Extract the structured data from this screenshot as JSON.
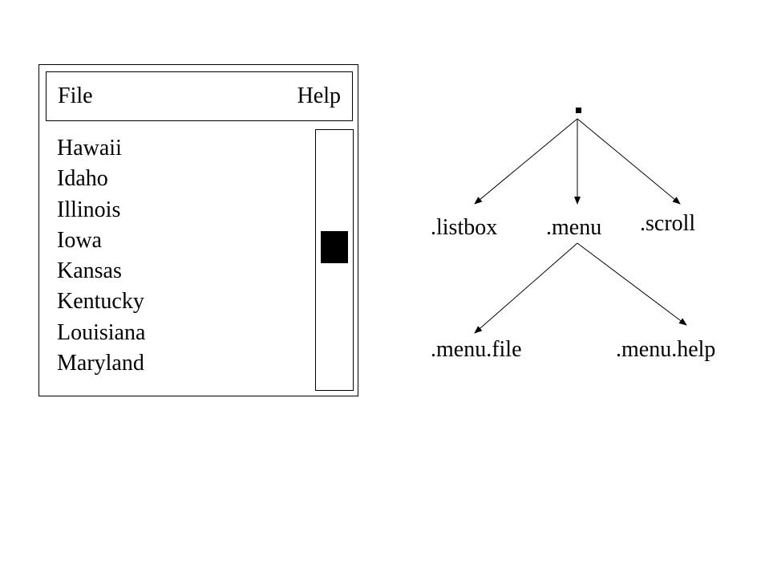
{
  "window": {
    "menubar": {
      "file_label": "File",
      "help_label": "Help"
    },
    "listbox": {
      "items": [
        "Hawaii",
        "Idaho",
        "Illinois",
        "Iowa",
        "Kansas",
        "Kentucky",
        "Louisiana",
        "Maryland"
      ]
    }
  },
  "tree": {
    "root": ".",
    "level1": [
      ".listbox",
      ".menu",
      ".scroll"
    ],
    "level2": [
      ".menu.file",
      ".menu.help"
    ]
  }
}
